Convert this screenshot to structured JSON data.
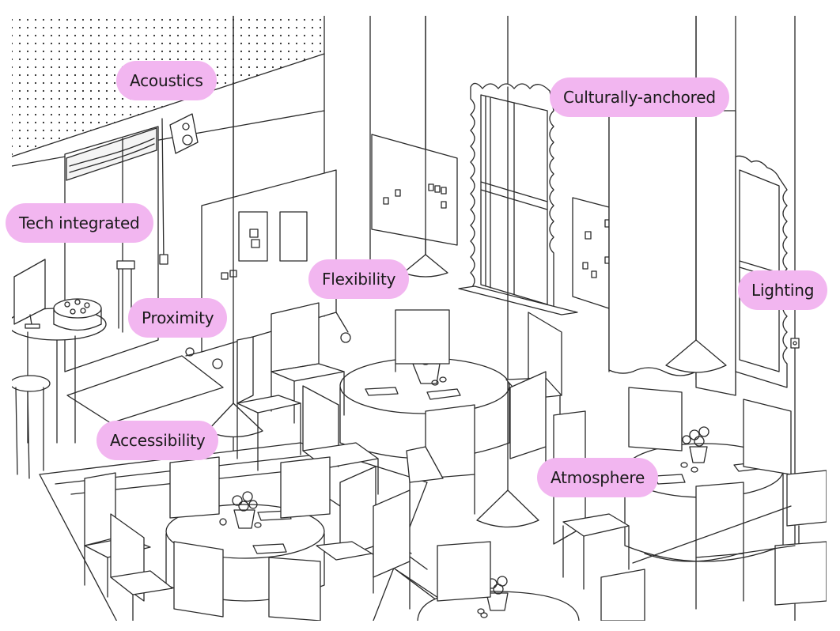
{
  "colors": {
    "background": "#ffffff",
    "line": "#2a2a2a",
    "panel_fill": "#f4f4f4",
    "tag_fill": "#f2b6f0",
    "tag_text": "#1a1a1a"
  },
  "labels": {
    "acoustics": "Acoustics",
    "tech": "Tech integrated",
    "proximity": "Proximity",
    "flexibility": "Flexibility",
    "cultural": "Culturally-anchored",
    "lighting": "Lighting",
    "accessibility": "Accessibility",
    "atmosphere": "Atmosphere"
  }
}
